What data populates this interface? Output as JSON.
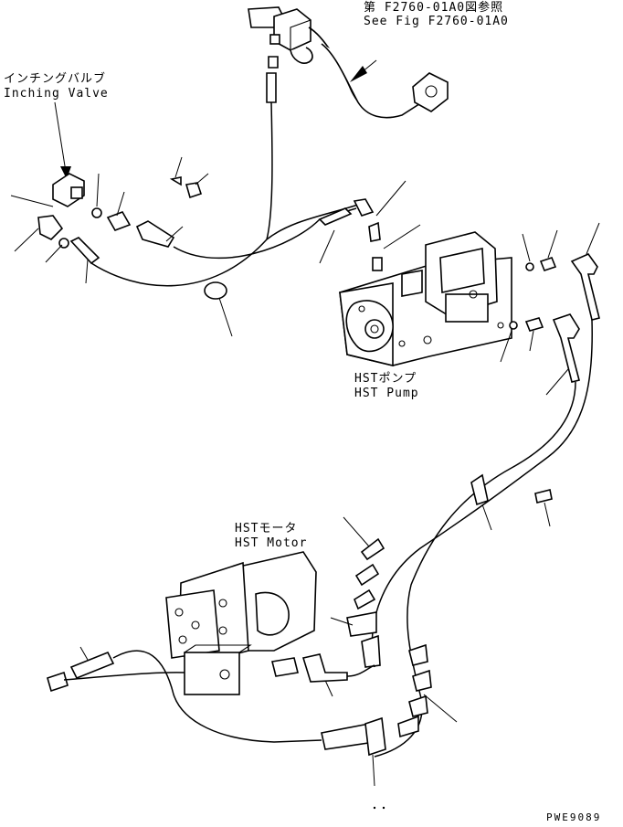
{
  "labels": {
    "ref_jp": "第 F2760-01A0図参照",
    "ref_en": "See Fig F2760-01A0",
    "inching_jp": "インチングバルブ",
    "inching_en": "Inching Valve",
    "pump_jp": "HSTポンプ",
    "pump_en": "HST Pump",
    "motor_jp": "HSTモータ",
    "motor_en": "HST Motor",
    "drawing_no": "PWE9089"
  }
}
